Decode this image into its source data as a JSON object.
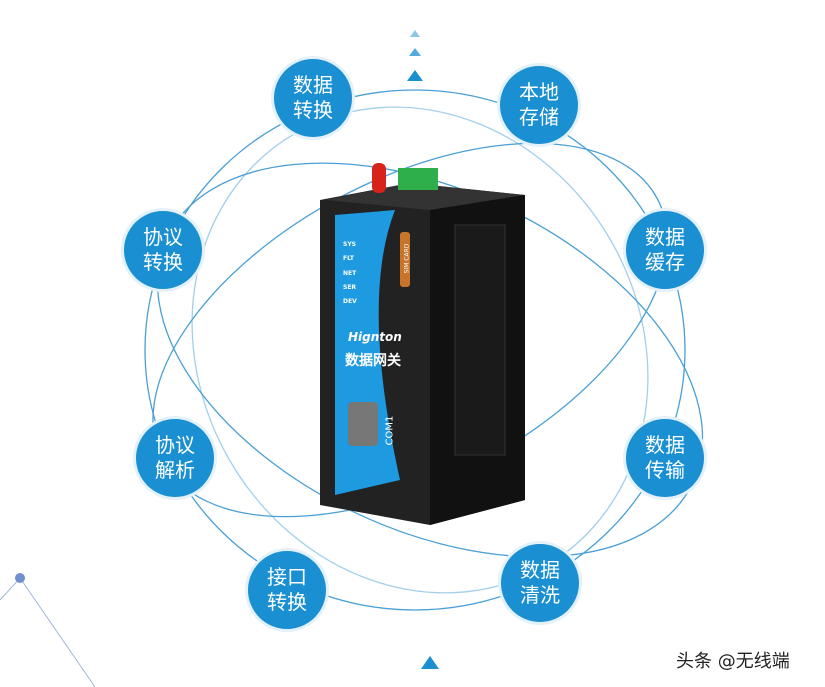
{
  "nodes": [
    {
      "line1": "数据",
      "line2": "转换"
    },
    {
      "line1": "本地",
      "line2": "存储"
    },
    {
      "line1": "协议",
      "line2": "转换"
    },
    {
      "line1": "数据",
      "line2": "缓存"
    },
    {
      "line1": "协议",
      "line2": "解析"
    },
    {
      "line1": "数据",
      "line2": "传输"
    },
    {
      "line1": "接口",
      "line2": "转换"
    },
    {
      "line1": "数据",
      "line2": "清洗"
    }
  ],
  "device": {
    "brand": "Hignton",
    "name": "数据网关",
    "port_label": "COM1",
    "sim_label": "SIM CARD",
    "leds": [
      "SYS",
      "FLT",
      "NET",
      "SER",
      "DEV"
    ]
  },
  "colors": {
    "accent": "#1a8fd2",
    "device_body": "#1c1c1c",
    "device_panel": "#1e9be0"
  },
  "watermark": "头条 @无线端"
}
